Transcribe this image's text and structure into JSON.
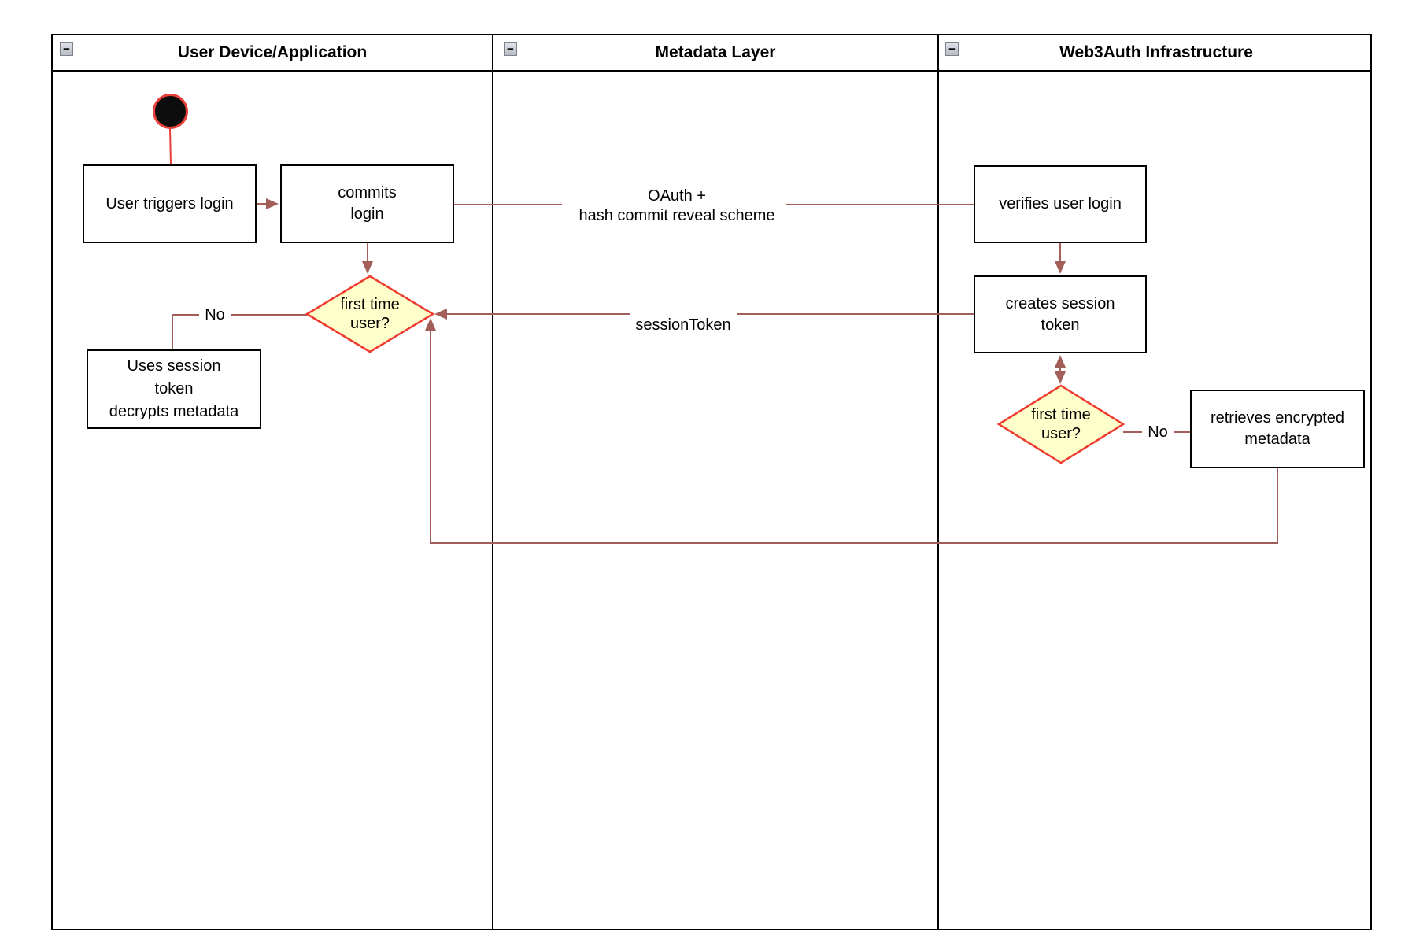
{
  "diagram": {
    "lanes": [
      {
        "title": "User Device/Application",
        "collapse_glyph": "−"
      },
      {
        "title": "Metadata Layer",
        "collapse_glyph": "−"
      },
      {
        "title": "Web3Auth Infrastructure",
        "collapse_glyph": "−"
      }
    ],
    "nodes": {
      "user_triggers": {
        "label": "User triggers login"
      },
      "commits": {
        "label": "commits\nlogin"
      },
      "decision_left": {
        "label": "first time\nuser?"
      },
      "uses_session": {
        "label": "Uses session\ntoken\ndecrypts metadata"
      },
      "verifies": {
        "label": "verifies user login"
      },
      "creates": {
        "label": "creates session\ntoken"
      },
      "decision_right": {
        "label": "first time\nuser?"
      },
      "retrieves": {
        "label": "retrieves encrypted\nmetadata"
      }
    },
    "edge_labels": {
      "oauth": "OAuth +\nhash commit reveal scheme",
      "session_token": "sessionToken",
      "no_left": "No",
      "no_right": "No"
    },
    "colors": {
      "flow_line": "#a25f5a",
      "start_accent": "#e8403a",
      "decision_fill": "#ffffcc",
      "decision_border": "#ee3b2e",
      "node_border": "#000000",
      "node_fill": "#ffffff"
    }
  }
}
